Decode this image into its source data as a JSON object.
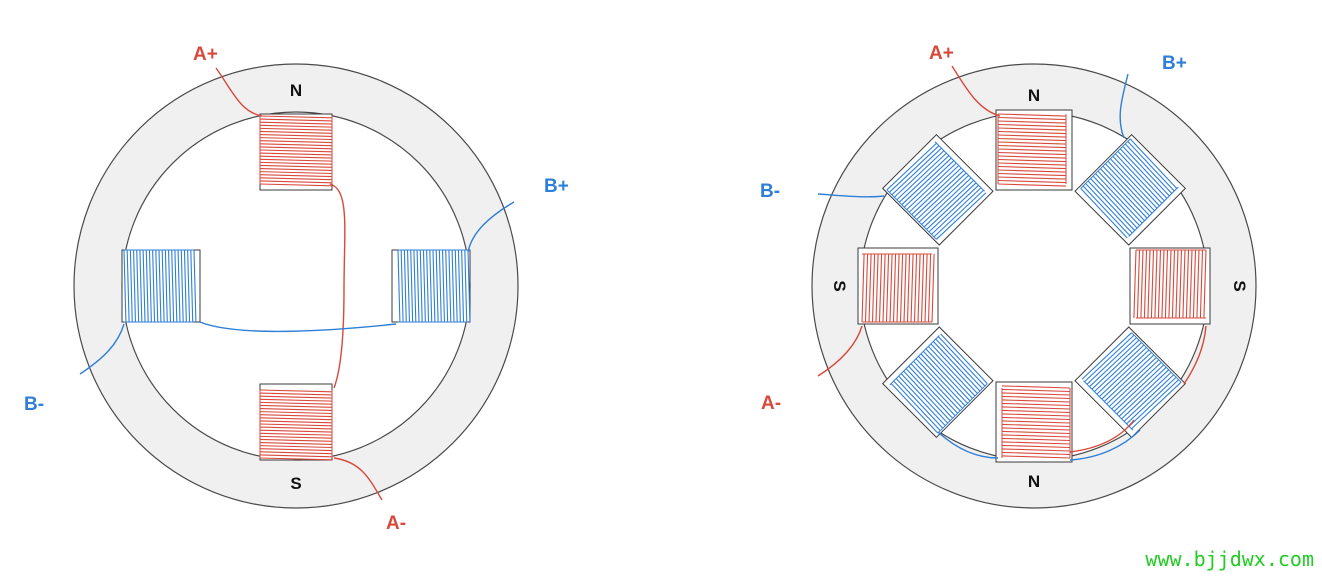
{
  "colors": {
    "phase_a": "#d9483b",
    "phase_b": "#2f7fd8",
    "watermark": "#22cc22"
  },
  "left_motor": {
    "poles": {
      "top": "N",
      "bottom": "S"
    },
    "terminals": {
      "a_plus": "A+",
      "a_minus": "A-",
      "b_plus": "B+",
      "b_minus": "B-"
    }
  },
  "right_motor": {
    "poles": {
      "top": "N",
      "bottom": "N",
      "left": "S",
      "right": "S"
    },
    "terminals": {
      "a_plus": "A+",
      "a_minus": "A-",
      "b_plus": "B+",
      "b_minus": "B-"
    }
  },
  "watermark": {
    "text": "www.bjjdwx.com"
  }
}
